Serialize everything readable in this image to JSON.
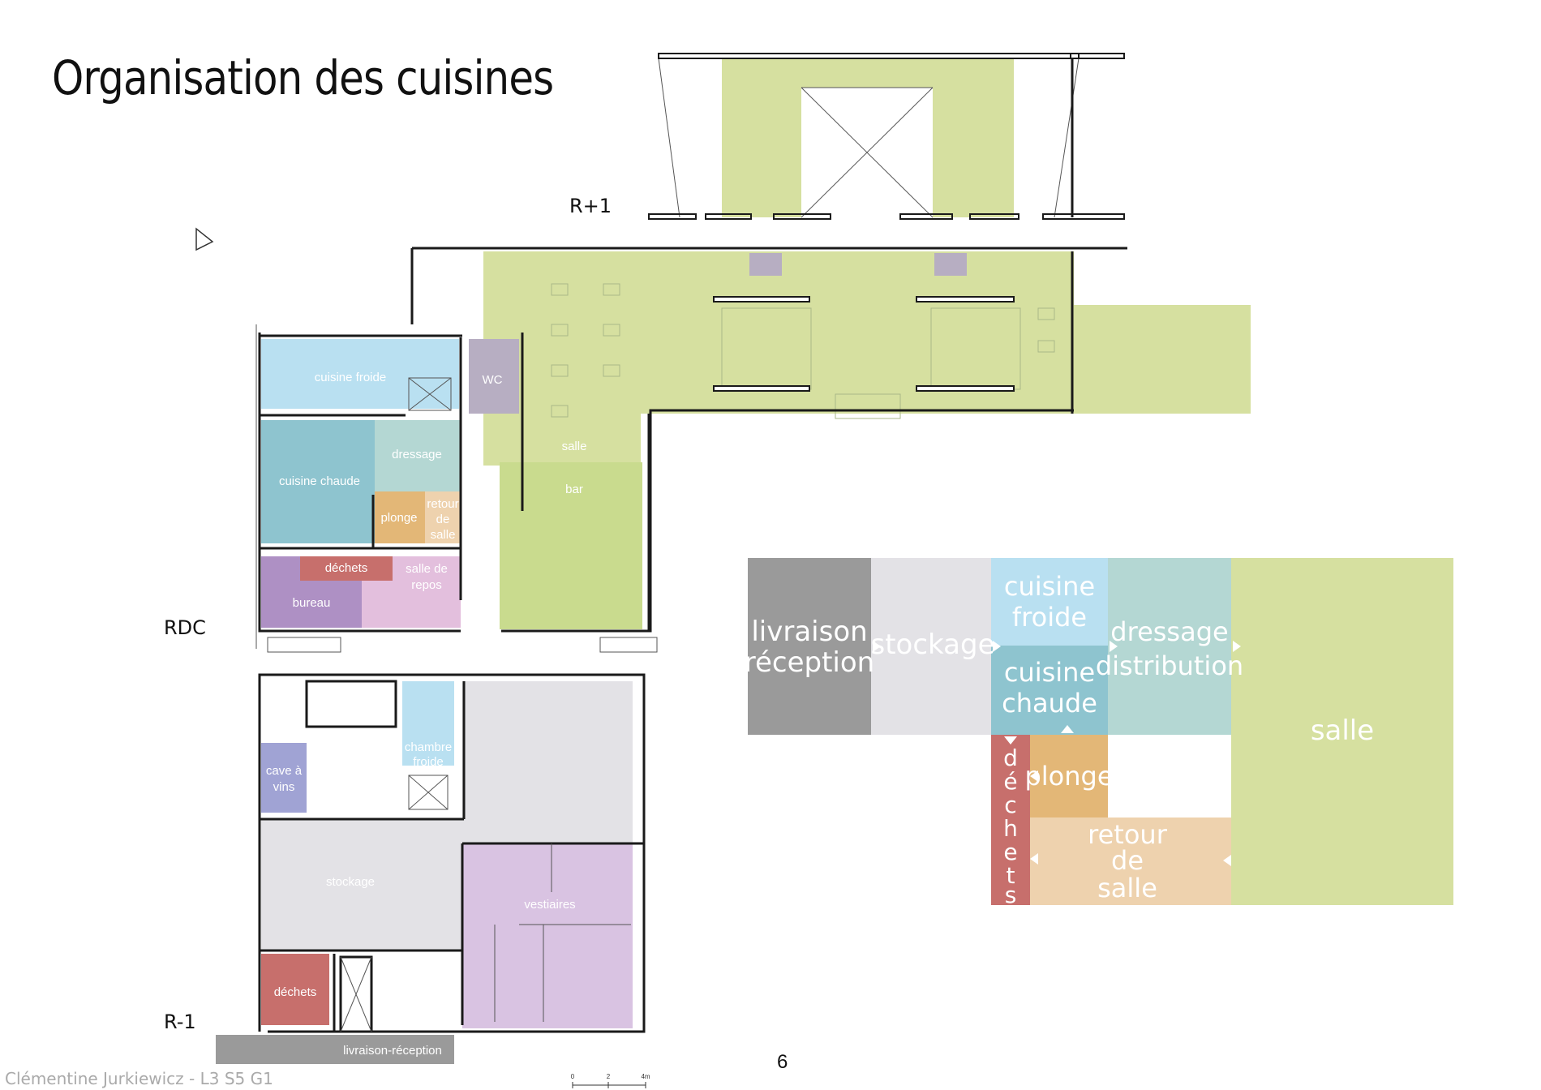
{
  "title": "Organisation des cuisines",
  "levels": {
    "r1": "R+1",
    "rdc": "RDC",
    "rm1": "R-1"
  },
  "rooms": {
    "cuisine_froide": "cuisine froide",
    "wc": "WC",
    "cuisine_chaude": "cuisine chaude",
    "dressage": "dressage",
    "salle": "salle",
    "bar": "bar",
    "plonge": "plonge",
    "retour_1": "retour",
    "retour_2": "de",
    "retour_3": "salle",
    "dechets": "déchets",
    "salle_repos_1": "salle de",
    "salle_repos_2": "repos",
    "bureau": "bureau",
    "chambre_froide_1": "chambre",
    "chambre_froide_2": "froide",
    "cave_1": "cave à",
    "cave_2": "vins",
    "stockage": "stockage",
    "vestiaires": "vestiaires",
    "dechets_rm1": "déchets",
    "livraison_reception": "livraison-réception"
  },
  "diagram": {
    "livraison_1": "livraison",
    "livraison_2": "réception",
    "stockage": "stockage",
    "cuisine_froide_1": "cuisine",
    "cuisine_froide_2": "froide",
    "cuisine_chaude_1": "cuisine",
    "cuisine_chaude_2": "chaude",
    "dressage_1": "dressage",
    "dressage_2": "distribution",
    "salle": "salle",
    "dechets_letters": [
      "d",
      "é",
      "c",
      "h",
      "e",
      "t",
      "s"
    ],
    "plonge": "plonge",
    "retour_1": "retour",
    "retour_2": "de",
    "retour_3": "salle"
  },
  "colors": {
    "salle": "#d6e0a0",
    "cuisine_froide": "#b9e0f1",
    "cuisine_chaude": "#8ec4cf",
    "dressage": "#b4d7d3",
    "plonge": "#e3b777",
    "retour": "#eed2ae",
    "dechets": "#c76f6c",
    "repos": "#e3bfdd",
    "bureau": "#ae90c4",
    "wc": "#b7aec2",
    "cave": "#a0a3d4",
    "stockage": "#e3e2e6",
    "vestiaires": "#d9c3e2",
    "livraison": "#9a9a9a"
  },
  "scale": {
    "ticks": [
      "0",
      "2",
      "4m"
    ]
  },
  "page_number": "6",
  "footer": "Clémentine Jurkiewicz - L3 S5 G1"
}
